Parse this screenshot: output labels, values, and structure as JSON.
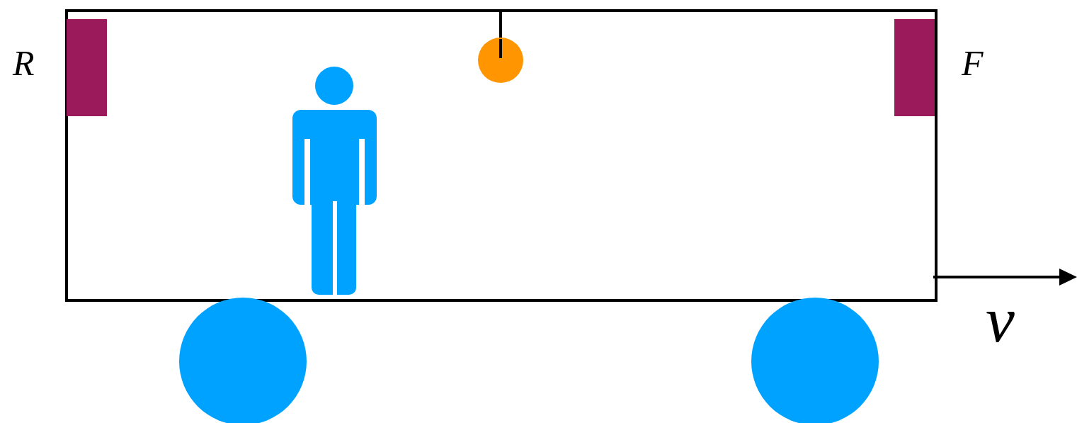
{
  "diagram": {
    "labels": [
      "R",
      "F",
      "v"
    ]
  }
}
